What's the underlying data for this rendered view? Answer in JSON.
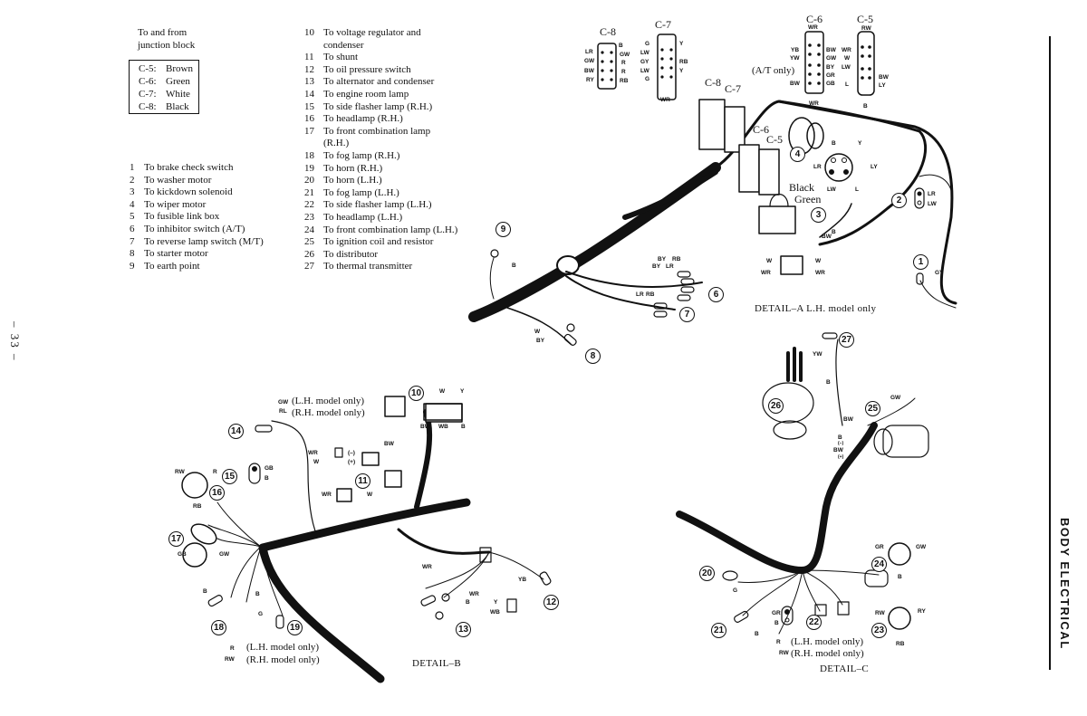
{
  "page": {
    "number": "– 33 –",
    "section_title": "BODY ELECTRICAL"
  },
  "junction_legend": {
    "heading_line1": "To and from",
    "heading_line2": "junction block",
    "connectors": [
      {
        "id": "C-5:",
        "color": "Brown"
      },
      {
        "id": "C-6:",
        "color": "Green"
      },
      {
        "id": "C-7:",
        "color": "White"
      },
      {
        "id": "C-8:",
        "color": "Black"
      }
    ]
  },
  "parts_list_1": [
    {
      "n": "1",
      "text": "To brake check switch"
    },
    {
      "n": "2",
      "text": "To washer motor"
    },
    {
      "n": "3",
      "text": "To kickdown solenoid"
    },
    {
      "n": "4",
      "text": "To wiper motor"
    },
    {
      "n": "5",
      "text": "To fusible link box"
    },
    {
      "n": "6",
      "text": "To inhibitor switch (A/T)"
    },
    {
      "n": "7",
      "text": "To reverse lamp switch (M/T)"
    },
    {
      "n": "8",
      "text": "To starter motor"
    },
    {
      "n": "9",
      "text": "To earth point"
    }
  ],
  "parts_list_2": [
    {
      "n": "10",
      "text": "To voltage regulator and",
      "cont": "condenser"
    },
    {
      "n": "11",
      "text": "To shunt"
    },
    {
      "n": "12",
      "text": "To oil pressure switch"
    },
    {
      "n": "13",
      "text": "To alternator and condenser"
    },
    {
      "n": "14",
      "text": "To engine room lamp"
    },
    {
      "n": "15",
      "text": "To side flasher lamp (R.H.)"
    },
    {
      "n": "16",
      "text": "To headlamp (R.H.)"
    },
    {
      "n": "17",
      "text": "To front combination lamp",
      "cont": "(R.H.)"
    },
    {
      "n": "18",
      "text": "To fog lamp (R.H.)"
    },
    {
      "n": "19",
      "text": "To horn (R.H.)"
    },
    {
      "n": "20",
      "text": "To horn (L.H.)"
    },
    {
      "n": "21",
      "text": "To fog lamp (L.H.)"
    },
    {
      "n": "22",
      "text": "To side flasher lamp (L.H.)"
    },
    {
      "n": "23",
      "text": "To headlamp (L.H.)"
    },
    {
      "n": "24",
      "text": "To front combination lamp (L.H.)"
    },
    {
      "n": "25",
      "text": "To ignition coil and resistor"
    },
    {
      "n": "26",
      "text": "To distributor"
    },
    {
      "n": "27",
      "text": "To thermal transmitter"
    }
  ],
  "connectors": {
    "c8": {
      "title": "C-8",
      "top": "B",
      "left": [
        "LR",
        "GW",
        "BW",
        "RY"
      ],
      "right": [
        "GW",
        "R",
        "R",
        "RB"
      ]
    },
    "c7": {
      "title": "C-7",
      "left": [
        "G",
        "LW",
        "GY",
        "LW",
        "G"
      ],
      "right": [
        "Y",
        "RB",
        "Y"
      ],
      "bottom": "WR"
    },
    "c6": {
      "title": "C-6",
      "top": "WR",
      "left": [
        "YB",
        "YW",
        "BW"
      ],
      "right": [
        "BW",
        "GW",
        "BY",
        "GR",
        "GB"
      ],
      "bottom": "WR",
      "note": "(A/T only)"
    },
    "c5": {
      "title": "C-5",
      "top": "RW",
      "left": [
        "WR",
        "W",
        "LW",
        "L"
      ],
      "right": [
        "BW",
        "LY"
      ],
      "bottom": "B"
    }
  },
  "detail_a": {
    "title": "DETAIL–A L.H. model only",
    "harness_labels": [
      "C-8",
      "C-7",
      "C-6",
      "C-5"
    ],
    "relay_wires": [
      "Black",
      "Green"
    ],
    "wiper_plug": [
      "B",
      "Y",
      "LR",
      "LY",
      "LW",
      "L"
    ],
    "washer": [
      "LR",
      "LW"
    ],
    "kickdown": [
      "BW",
      "B"
    ],
    "fusible": [
      "W",
      "W",
      "WR",
      "WR"
    ],
    "brake": "GY",
    "earth": "B",
    "inhibitor": [
      "BY",
      "RB",
      "BY",
      "LR"
    ],
    "reverse": [
      "LR",
      "RB"
    ],
    "starter": [
      "W",
      "BY"
    ],
    "callouts": [
      "1",
      "2",
      "3",
      "4",
      "6",
      "7",
      "8",
      "9"
    ]
  },
  "detail_b": {
    "title": "DETAIL–B",
    "lamp14": [
      "GW",
      "RL"
    ],
    "lamp14_notes": [
      "(L.H. model only)",
      "(R.H. model only)"
    ],
    "regulator": [
      "W",
      "Y",
      "BW",
      "WB",
      "B"
    ],
    "reg_lead": "BW",
    "shunt": [
      "WR",
      "W",
      "(–)",
      "(+)"
    ],
    "shunt2": [
      "WR",
      "W"
    ],
    "headlamp16": [
      "RW",
      "R",
      "RB"
    ],
    "flasher15": [
      "GB",
      "B"
    ],
    "combo17": [
      "GB",
      "GW",
      "B"
    ],
    "fog18": "B",
    "horn19": "G",
    "fog18_notes": [
      {
        "code": "R",
        "text": "(L.H. model only)"
      },
      {
        "code": "RW",
        "text": "(R.H. model only)"
      }
    ],
    "alt13": [
      "WR",
      "WR",
      "B",
      "Y",
      "WB"
    ],
    "oil12": "YB",
    "callouts": [
      "10",
      "11",
      "12",
      "13",
      "14",
      "15",
      "16",
      "17",
      "18",
      "19"
    ]
  },
  "detail_c": {
    "title": "DETAIL–C",
    "thermal27": "YW",
    "dist26": "B",
    "coil25": [
      "GW",
      "BW",
      "B",
      "(–)",
      "BW",
      "(+)"
    ],
    "horn20": "G",
    "fog21": "B",
    "flasher22": [
      "GR",
      "B"
    ],
    "combo24": [
      "GR",
      "GW",
      "B"
    ],
    "headlamp23": [
      "RW",
      "RY",
      "RB"
    ],
    "notes": [
      {
        "code": "R",
        "text": "(L.H. model only)"
      },
      {
        "code": "RW",
        "text": "(R.H. model only)"
      }
    ],
    "callouts": [
      "20",
      "21",
      "22",
      "23",
      "24",
      "25",
      "26",
      "27"
    ]
  }
}
